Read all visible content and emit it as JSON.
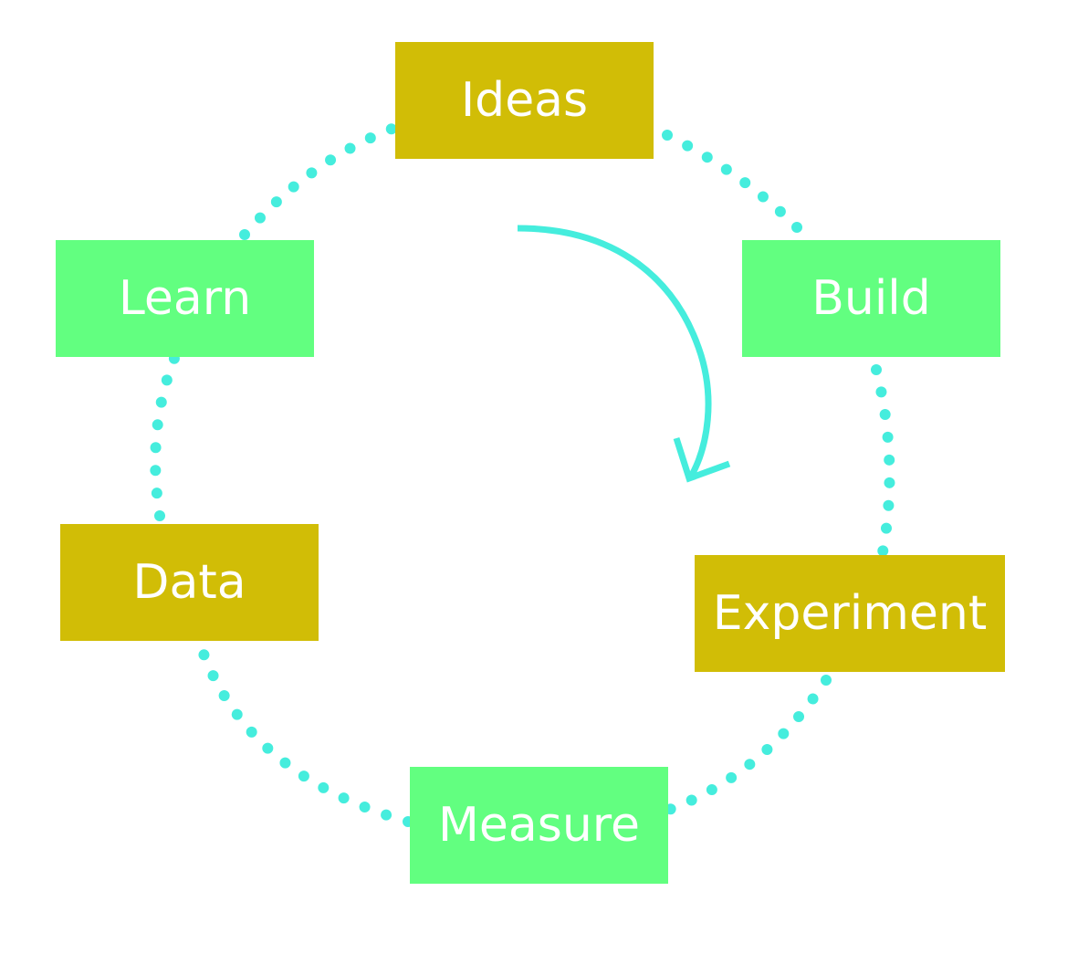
{
  "colors": {
    "olive": "#D1BD06",
    "green": "#62FF80",
    "connector": "#45EDDD"
  },
  "nodes": {
    "ideas": "Ideas",
    "build": "Build",
    "experiment": "Experiment",
    "measure": "Measure",
    "data": "Data",
    "learn": "Learn"
  }
}
